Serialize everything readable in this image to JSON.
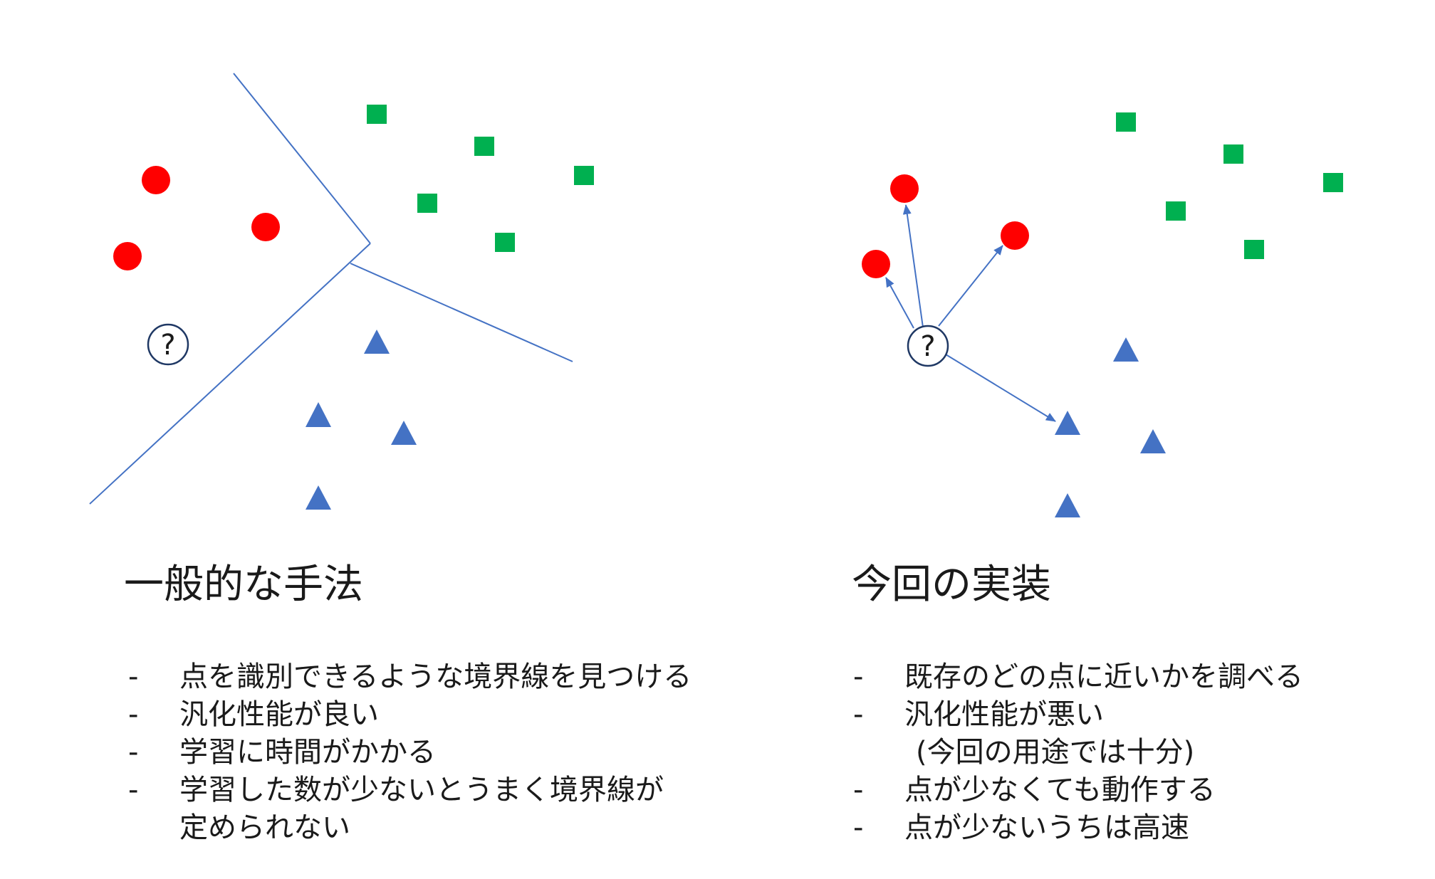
{
  "colors": {
    "boundary": "#4472c4",
    "arrow": "#4472c4",
    "class_red": "#ff0000",
    "class_green": "#00b050",
    "class_blue": "#4472c4",
    "query_stroke": "#1f3864"
  },
  "query_label": "?",
  "left": {
    "title": "一般的な手法",
    "bullets": [
      {
        "dash": "-",
        "lines": [
          "点を識別できるような境界線を見つける"
        ]
      },
      {
        "dash": "-",
        "lines": [
          "汎化性能が良い"
        ]
      },
      {
        "dash": "-",
        "lines": [
          "学習に時間がかかる"
        ]
      },
      {
        "dash": "-",
        "lines": [
          "学習した数が少ないとうまく境界線が",
          "定められない"
        ]
      }
    ]
  },
  "right": {
    "title": "今回の実装",
    "bullets": [
      {
        "dash": "-",
        "lines": [
          "既存のどの点に近いかを調べる"
        ]
      },
      {
        "dash": "-",
        "lines": [
          "汎化性能が悪い",
          "(今回の用途では十分)"
        ]
      },
      {
        "dash": "-",
        "lines": [
          "点が少なくても動作する"
        ]
      },
      {
        "dash": "-",
        "lines": [
          "点が少ないうちは高速"
        ]
      }
    ]
  }
}
